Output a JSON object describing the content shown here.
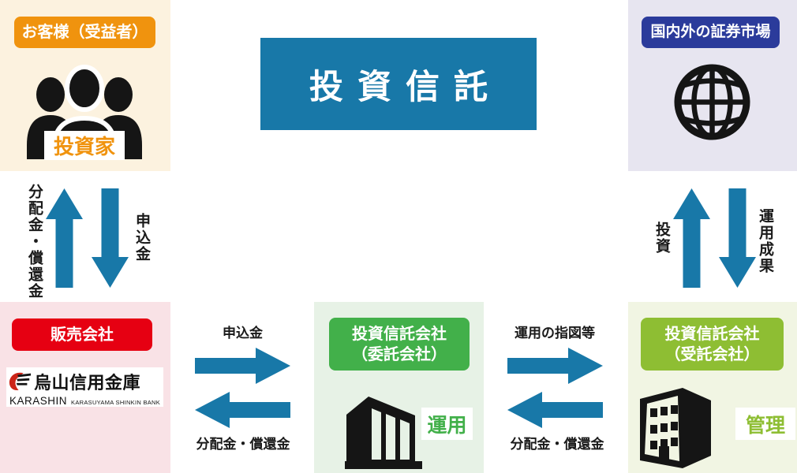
{
  "title": "投資信託",
  "colors": {
    "accent_blue": "#1878a8",
    "orange": "#f0930e",
    "navy": "#2b3b9b",
    "red": "#e60012",
    "green": "#42b04a",
    "lime": "#8ebe33",
    "bank_logo_red": "#cc2418"
  },
  "customer": {
    "label": "お客様（受益者）",
    "caption": "投資家"
  },
  "market": {
    "label": "国内外の証券市場"
  },
  "distributor": {
    "label": "販売会社",
    "bank_name": "烏山信用金庫",
    "bank_romaji": "KARASHIN",
    "bank_sub": "KARASUYAMA SHINKIN BANK"
  },
  "trustor": {
    "label_line1": "投資信託会社",
    "label_line2": "（委託会社）",
    "caption": "運用"
  },
  "trustee": {
    "label_line1": "投資信託会社",
    "label_line2": "（受託会社）",
    "caption": "管理"
  },
  "flow_left": {
    "up": "分配金・償還金",
    "down": "申込金"
  },
  "flow_right": {
    "up": "投資",
    "down": "運用成果"
  },
  "flow_bottom_left": {
    "top": "申込金",
    "bottom": "分配金・償還金"
  },
  "flow_bottom_right": {
    "top": "運用の指図等",
    "bottom": "分配金・償還金"
  }
}
